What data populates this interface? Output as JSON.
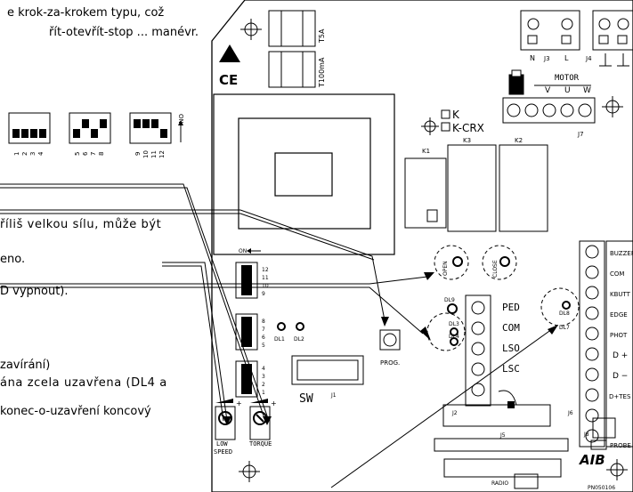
{
  "text_fragments": {
    "line1": "e krok-za-krokem typu, což",
    "line2": "řít-otevřít-stop ... manévr.",
    "line3": "říliš velkou sílu, může být",
    "line4": "eno.",
    "line5": "D vypnout).",
    "line6": "zavírání)",
    "line7": "ána zcela uzavřena (DL4 a",
    "line8": "konec-o-uzavření koncový"
  },
  "board": {
    "fuse1": "T5A",
    "fuse2": "T100mA",
    "ce_mark": "CE",
    "jumper_k": "K",
    "jumper_kcrx": "K-CRX",
    "relay_k1": "K1",
    "relay_k2": "K2",
    "relay_k3": "K3",
    "conn_j3": "J3",
    "conn_j4": "J4",
    "conn_j7": "J7",
    "j3_n": "N",
    "j3_l": "L",
    "motor_label": "MOTOR",
    "motor_v": "V",
    "motor_u": "U",
    "motor_w": "W",
    "led_open": "OPEN",
    "led_close": "CLOSE",
    "led_dl9": "DL9",
    "led_dl3": "DL3",
    "led_dl4": "DL4",
    "led_dl8": "DL8",
    "led_dl7": "DL7",
    "led_dl1": "DL1",
    "led_dl2": "DL2",
    "term_ped": "PED",
    "term_com": "COM",
    "term_lso": "LSO",
    "term_lsc": "LSC",
    "conn_j2": "J2",
    "conn_j5": "J5",
    "conn_j6": "J6",
    "conn_j8": "J8",
    "conn_j1": "J1",
    "sw_label": "SW",
    "prog_label": "PROG.",
    "dip_on": "ON",
    "dip_12": "12",
    "dip_11": "11",
    "dip_10": "10",
    "dip_9": "9",
    "dip_8": "8",
    "dip_7": "7",
    "dip_6": "6",
    "dip_5": "5",
    "dip_4": "4",
    "dip_3": "3",
    "dip_2": "2",
    "dip_1": "1",
    "pot_low": "LOW",
    "pot_speed": "SPEED",
    "pot_torque": "TORQUE",
    "j6_buzzer": "BUZZER",
    "j6_com": "COM",
    "j6_kbutt": "KBUTT",
    "j6_edge": "EDGE",
    "j6_photo": "PHOT",
    "j6_dplus": "D +",
    "j6_dminus": "D −",
    "j6_dtest": "D+TES",
    "probe": "PROBE",
    "radio": "RADIO",
    "logo": "AIB",
    "code": "PN050106"
  },
  "legend_dip": {
    "on": "ON",
    "n1": "1",
    "n2": "2",
    "n3": "3",
    "n4": "4",
    "n5": "5",
    "n6": "6",
    "n7": "7",
    "n8": "8",
    "n9": "9",
    "n10": "10",
    "n11": "11",
    "n12": "12"
  }
}
